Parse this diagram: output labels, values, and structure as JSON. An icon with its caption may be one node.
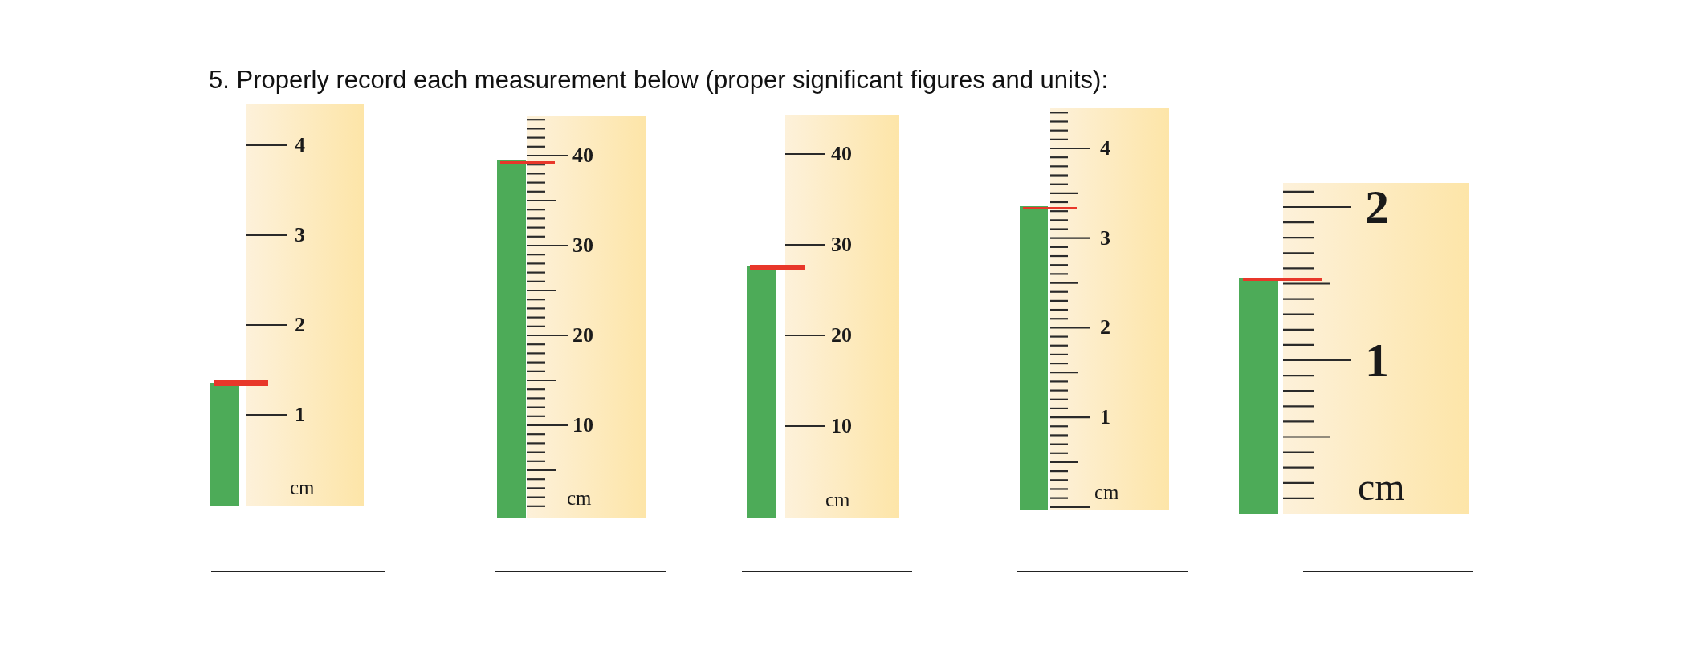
{
  "diagram": {
    "title": "5. Properly record each measurement below (proper significant figures and units):",
    "nodes": [
      {
        "text": [],
        "shape": "bar"
      },
      {
        "text": [
          "4",
          "3",
          "2",
          "1",
          "cm"
        ]
      },
      {
        "text": [],
        "shape": "bar"
      },
      {
        "text": [
          "40",
          "30",
          "20",
          "10",
          "cm"
        ]
      },
      {
        "text": [],
        "shape": "bar"
      },
      {
        "text": [
          "40",
          "30",
          "20",
          "10",
          "cm"
        ]
      },
      {
        "text": [],
        "shape": "bar"
      },
      {
        "text": [
          "4",
          "3",
          "2",
          "1",
          "cm"
        ]
      },
      {
        "text": [],
        "shape": "bar"
      },
      {
        "text": [
          "2",
          "1",
          "cm"
        ]
      }
    ]
  }
}
